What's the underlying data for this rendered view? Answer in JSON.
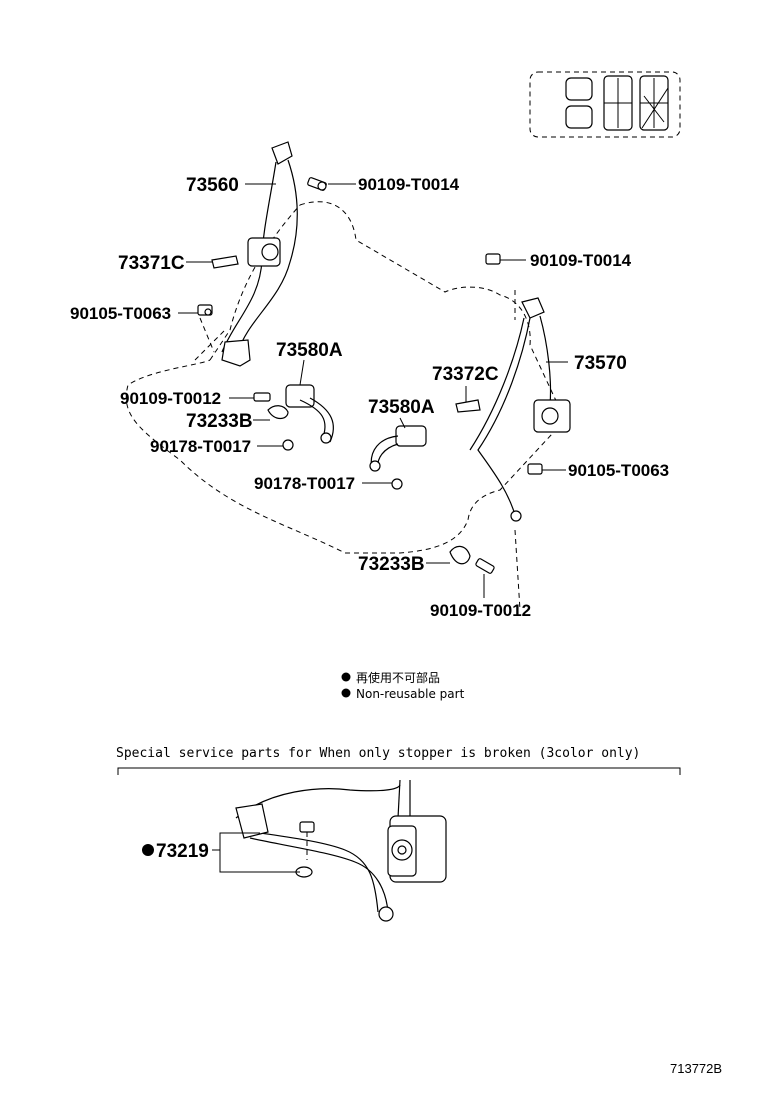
{
  "callouts": {
    "c73560": "73560",
    "c90109_top_left": "90109-T0014",
    "c73371c": "73371C",
    "c90105_left": "90105-T0063",
    "c73580a_left": "73580A",
    "c90109_left_low": "90109-T0012",
    "c73233b_left": "73233B",
    "c90178_left": "90178-T0017",
    "c73580a_mid": "73580A",
    "c90178_mid": "90178-T0017",
    "c90109_top_right": "90109-T0014",
    "c73570": "73570",
    "c73372c": "73372C",
    "c90105_right": "90105-T0063",
    "c73233b_bottom": "73233B",
    "c90109_bottom": "90109-T0012"
  },
  "legend": {
    "japanese": "再使用不可部品",
    "english": "Non-reusable part"
  },
  "special": {
    "heading": "Special  service  parts  for  When  only  stopper  is  broken  (3color  only)",
    "part": "73219"
  },
  "doc_number": "713772B"
}
